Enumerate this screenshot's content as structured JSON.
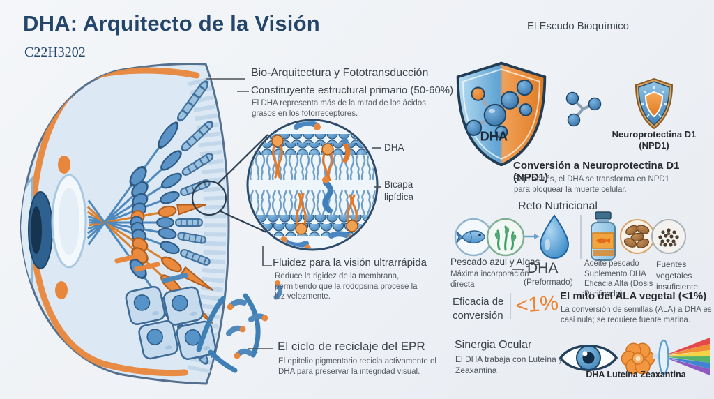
{
  "page": {
    "title": "DHA: Arquitecto de la Visión",
    "formula": "C22H3202"
  },
  "left_panel": {
    "bio_header": "Bio-Arquitectura y Fototransducción",
    "constituent_title": "Constituyente estructural primario (50-60%)",
    "constituent_body": "El DHA representa más de la mitad de los ácidos grasos en los fotorreceptores.",
    "dha_label": "DHA",
    "bilayer_label": "Bicapa lipídica",
    "fluidity_title": "Fluidez para la visión ultrarrápida",
    "fluidity_body": "Reduce la rigidez de la membrana, permitiendo que la rodopsina procese la luz velozmente.",
    "recycle_title": "El ciclo de reciclaje del EPR",
    "recycle_body": "El epitelio pigmentario recicla activamente el DHA para preservar la integridad visual."
  },
  "shield_panel": {
    "header": "El Escudo Bioquímico",
    "dha_shield_label": "DHA",
    "npd1_shield_label": "Neuroprotectina D1 (NPD1)",
    "conversion_title": "Conversión a Neuroprotectina D1 (NPD1)",
    "conversion_body": "Bajo estrés, el DHA se transforma en NPD1 para bloquear la muerte celular."
  },
  "nutrition_panel": {
    "header": "Reto Nutricional",
    "marine_title": "Pescado azul y Algas",
    "marine_body": "Máxima incorporación directa",
    "dha_preformed_title": "DHA",
    "dha_preformed_sub": "(Preformado)",
    "supplement_body": "Aceite pescado Suplemento DHA Eficacia Alta (Dosis Purificada)",
    "plant_body": "Fuentes vegetales insuficiente",
    "efficiency_label": "Eficacia de conversión",
    "efficiency_value": "<1%",
    "ala_title": "El mito del ALA vegetal (<1%)",
    "ala_body": "La conversión de semillas (ALA) a DHA es casi nula; se requiere fuente marina."
  },
  "synergy_panel": {
    "title": "Sinergia Ocular",
    "body": "El DHA trabaja con Luteína y Zeaxantina",
    "caption": "DHA Luteína Zeaxantina"
  },
  "colors": {
    "accent_orange": "#E8842F",
    "accent_blue": "#3D85C8",
    "navy_title": "#24466B"
  }
}
